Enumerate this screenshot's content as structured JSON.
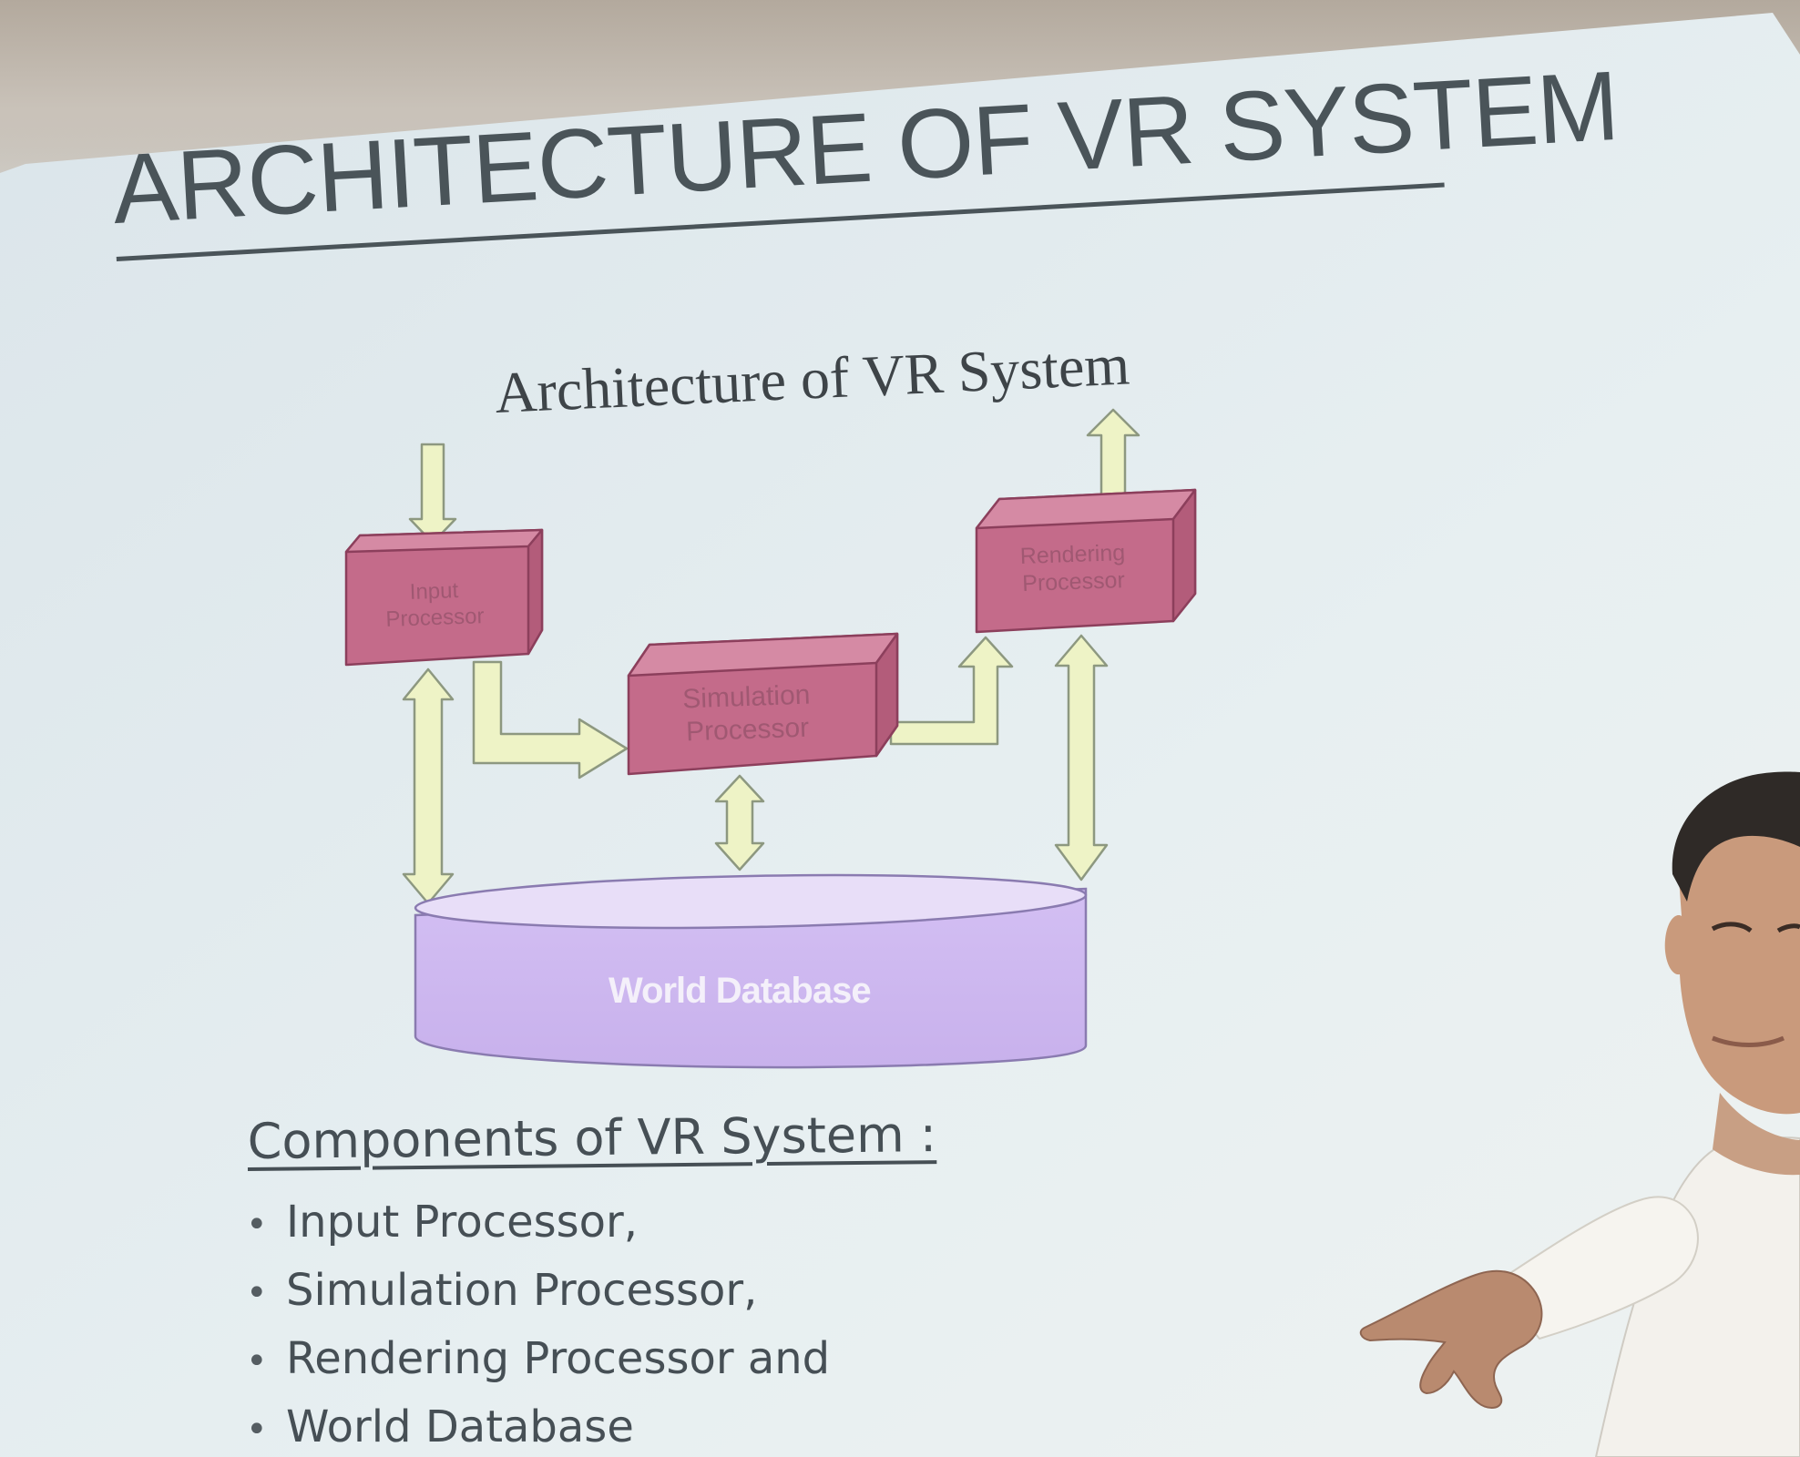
{
  "slide": {
    "title": "ARCHITECTURE OF VR SYSTEM",
    "diagram_caption": "Architecture of VR System",
    "boxes": {
      "input_processor": [
        "Input",
        "Processor"
      ],
      "simulation_processor": [
        "Simulation",
        "Processor"
      ],
      "rendering_processor": [
        "Rendering",
        "Processor"
      ],
      "world_database": "World Database"
    },
    "components_heading": "Components of VR System :",
    "components": [
      "Input Processor,",
      "Simulation Processor,",
      "Rendering Processor and",
      "World Database"
    ],
    "bullet_glyph": "•"
  },
  "colors": {
    "box_fill": "#c46b8a",
    "box_edge": "#8c3f5c",
    "arrow_fill": "#eef3c6",
    "arrow_edge": "#8d9880",
    "database_fill": "#cfb9ef",
    "title_text": "#4a5459"
  },
  "scene": {
    "subject": "presenter",
    "elements": [
      "projection-screen",
      "presenter-head",
      "presenter-arm",
      "presenter-shirt"
    ]
  }
}
